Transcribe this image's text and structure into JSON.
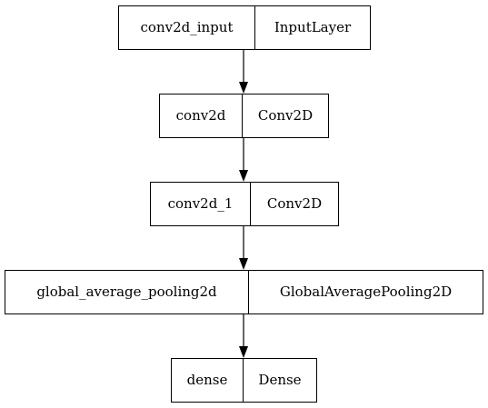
{
  "diagram": {
    "nodes": [
      {
        "name": "conv2d_input",
        "type": "InputLayer"
      },
      {
        "name": "conv2d",
        "type": "Conv2D"
      },
      {
        "name": "conv2d_1",
        "type": "Conv2D"
      },
      {
        "name": "global_average_pooling2d",
        "type": "GlobalAveragePooling2D"
      },
      {
        "name": "dense",
        "type": "Dense"
      }
    ],
    "edges": [
      {
        "from": "conv2d_input",
        "to": "conv2d"
      },
      {
        "from": "conv2d",
        "to": "conv2d_1"
      },
      {
        "from": "conv2d_1",
        "to": "global_average_pooling2d"
      },
      {
        "from": "global_average_pooling2d",
        "to": "dense"
      }
    ]
  }
}
